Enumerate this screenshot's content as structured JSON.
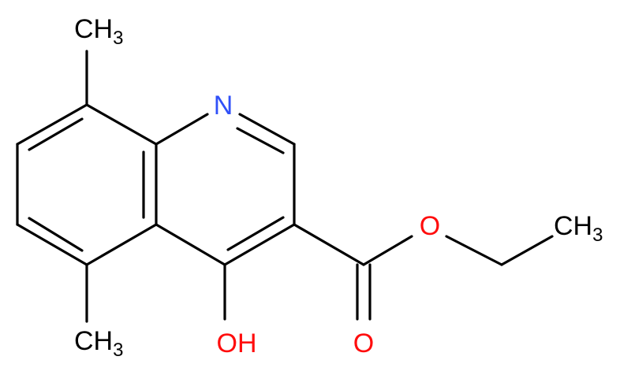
{
  "molecule": {
    "atoms": {
      "ch3_top": {
        "main": "CH",
        "sub": "3"
      },
      "n": {
        "main": "N"
      },
      "o_ester": {
        "main": "O"
      },
      "ch3_ethyl": {
        "main": "CH",
        "sub": "3"
      },
      "ch3_bottom": {
        "main": "CH",
        "sub": "3"
      },
      "oh": {
        "main": "OH"
      },
      "o_carbonyl": {
        "main": "O"
      }
    }
  },
  "colors": {
    "bond": "#000000",
    "carbon_label": "#000000",
    "nitrogen": "#3050F8",
    "oxygen": "#FF0D0D"
  }
}
